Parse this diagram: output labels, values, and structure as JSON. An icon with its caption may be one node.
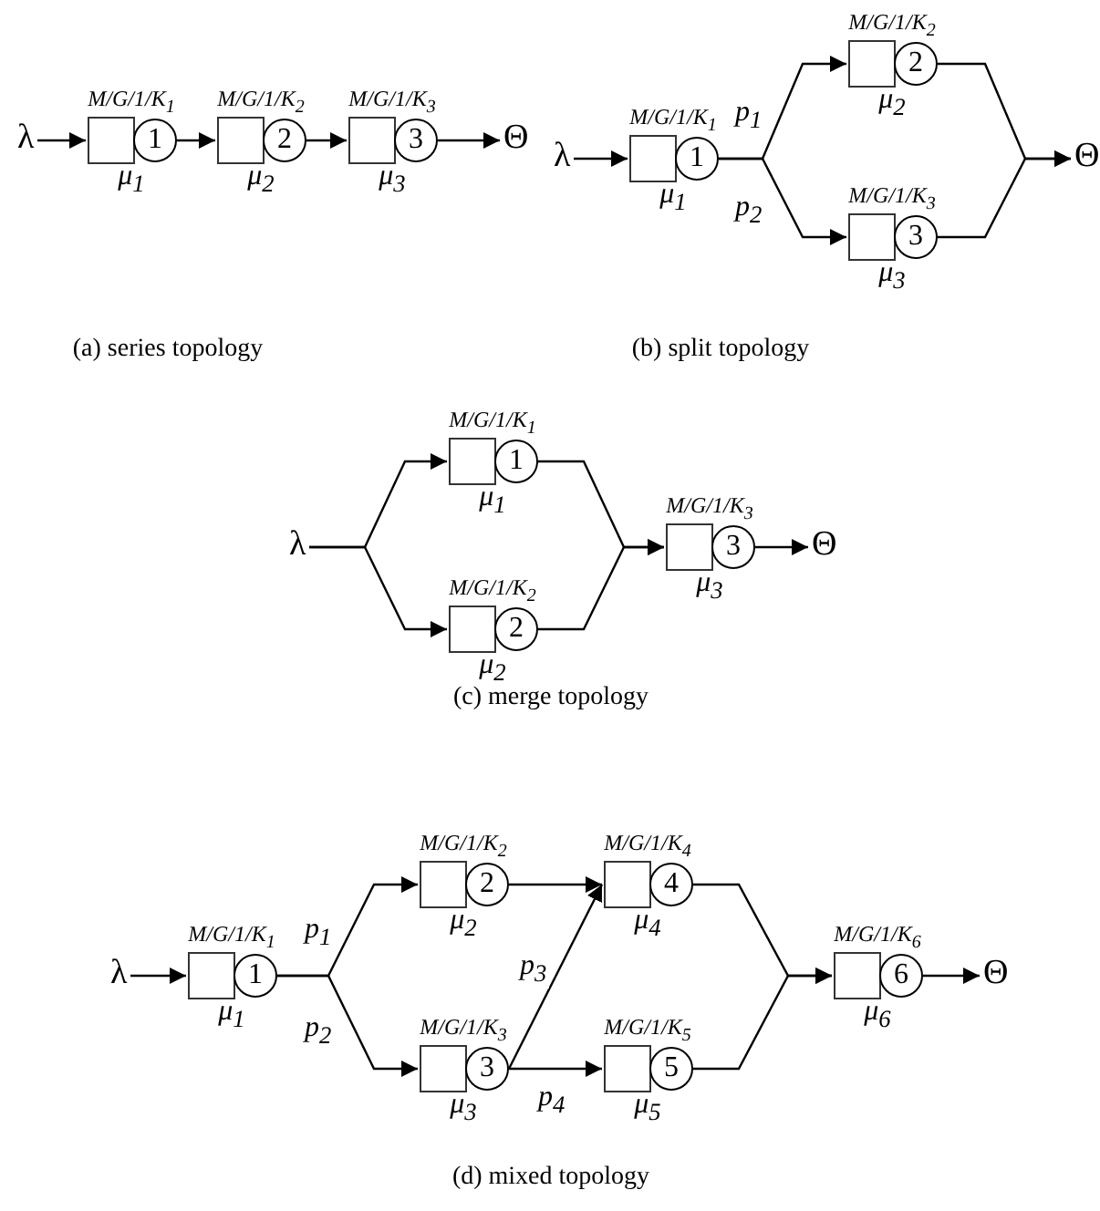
{
  "diagram": {
    "nodes": [
      {
        "text": [
          "λ"
        ]
      },
      {
        "text": [
          "1"
        ],
        "beside": [
          "M/G/1/K$_{1}$",
          "μ$_{1}$"
        ]
      },
      {
        "text": [
          "2"
        ],
        "beside": [
          "M/G/1/K$_{2}$",
          "μ$_{2}$"
        ]
      },
      {
        "text": [
          "3"
        ],
        "beside": [
          "M/G/1/K$_{3}$",
          "μ$_{3}$"
        ]
      },
      {
        "text": [
          "Θ"
        ]
      },
      {
        "text": [
          "λ"
        ]
      },
      {
        "text": [
          "1"
        ],
        "beside": [
          "M/G/1/K$_{1}$",
          "μ$_{1}$"
        ]
      },
      {
        "text": [
          "2"
        ],
        "beside": [
          "M/G/1/K$_{2}$",
          "μ$_{2}$"
        ]
      },
      {
        "text": [
          "3"
        ],
        "beside": [
          "M/G/1/K$_{3}$",
          "μ$_{3}$"
        ]
      },
      {
        "text": [
          "Θ"
        ]
      },
      {
        "text": [
          "λ"
        ]
      },
      {
        "text": [
          "1"
        ],
        "beside": [
          "M/G/1/K$_{1}$",
          "μ$_{1}$"
        ]
      },
      {
        "text": [
          "2"
        ],
        "beside": [
          "M/G/1/K$_{2}$",
          "μ$_{2}$"
        ]
      },
      {
        "text": [
          "3"
        ],
        "beside": [
          "M/G/1/K$_{3}$",
          "μ$_{3}$"
        ]
      },
      {
        "text": [
          "Θ"
        ]
      },
      {
        "text": [
          "λ"
        ]
      },
      {
        "text": [
          "1"
        ],
        "beside": [
          "M/G/1/K$_{1}$",
          "μ$_{1}$"
        ]
      },
      {
        "text": [
          "2"
        ],
        "beside": [
          "M/G/1/K$_{2}$",
          "μ$_{2}$"
        ]
      },
      {
        "text": [
          "3"
        ],
        "beside": [
          "M/G/1/K$_{3}$",
          "μ$_{3}$"
        ]
      },
      {
        "text": [
          "4"
        ],
        "beside": [
          "M/G/1/K$_{4}$",
          "μ$_{4}$"
        ]
      },
      {
        "text": [
          "5"
        ],
        "beside": [
          "M/G/1/K$_{5}$",
          "μ$_{5}$"
        ]
      },
      {
        "text": [
          "6"
        ],
        "beside": [
          "M/G/1/K$_{6}$",
          "μ$_{6}$"
        ]
      },
      {
        "text": [
          "Θ"
        ]
      }
    ],
    "edges": [
      {
        "from": 0,
        "to": 1,
        "arrow": "to"
      },
      {
        "from": 1,
        "to": 2,
        "arrow": "to"
      },
      {
        "from": 2,
        "to": 3,
        "arrow": "to"
      },
      {
        "from": 3,
        "to": 4,
        "arrow": "to"
      },
      {
        "from": 5,
        "to": 6,
        "arrow": "to"
      },
      {
        "from": 6,
        "to": 7,
        "arrow": "to",
        "label": "p$_{1}$"
      },
      {
        "from": 6,
        "to": 8,
        "arrow": "to",
        "label": "p$_{2}$"
      },
      {
        "from": 7,
        "to": 9,
        "arrow": "to"
      },
      {
        "from": 8,
        "to": 9,
        "arrow": "to"
      },
      {
        "from": 10,
        "to": 11,
        "arrow": "to"
      },
      {
        "from": 10,
        "to": 12,
        "arrow": "to"
      },
      {
        "from": 11,
        "to": 13,
        "arrow": "to"
      },
      {
        "from": 12,
        "to": 13,
        "arrow": "to"
      },
      {
        "from": 13,
        "to": 14,
        "arrow": "to"
      },
      {
        "from": 15,
        "to": 16,
        "arrow": "to"
      },
      {
        "from": 16,
        "to": 17,
        "arrow": "to",
        "label": "p$_{1}$"
      },
      {
        "from": 16,
        "to": 18,
        "arrow": "to",
        "label": "p$_{2}$"
      },
      {
        "from": 17,
        "to": 19,
        "arrow": "to"
      },
      {
        "from": 18,
        "to": 19,
        "arrow": "to",
        "label": "p$_{3}$"
      },
      {
        "from": 18,
        "to": 20,
        "arrow": "to",
        "label": "p$_{4}$"
      },
      {
        "from": 19,
        "to": 21,
        "arrow": "to"
      },
      {
        "from": 20,
        "to": 21,
        "arrow": "to"
      },
      {
        "from": 21,
        "to": 22,
        "arrow": "to"
      }
    ],
    "labels": [
      "(a) series topology",
      "(b) split topology",
      "(c) merge topology",
      "(d) mixed topology"
    ]
  }
}
